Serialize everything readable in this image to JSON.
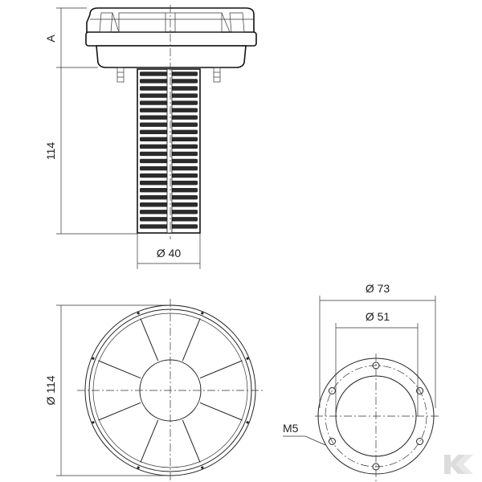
{
  "dimensions": {
    "cap_height": "A",
    "filter_length": "114",
    "filter_diameter": "Ø 40",
    "cap_diameter": "Ø 114",
    "bolt_circle": "Ø 73",
    "inner_bore": "Ø 51",
    "thread": "M5"
  },
  "filter_ribs": 22,
  "bolt_holes": 6,
  "cap_spokes": 8,
  "colors": {
    "line": "#222222",
    "rib": "#2b2b2b",
    "watermark": "#d9d9d9"
  }
}
